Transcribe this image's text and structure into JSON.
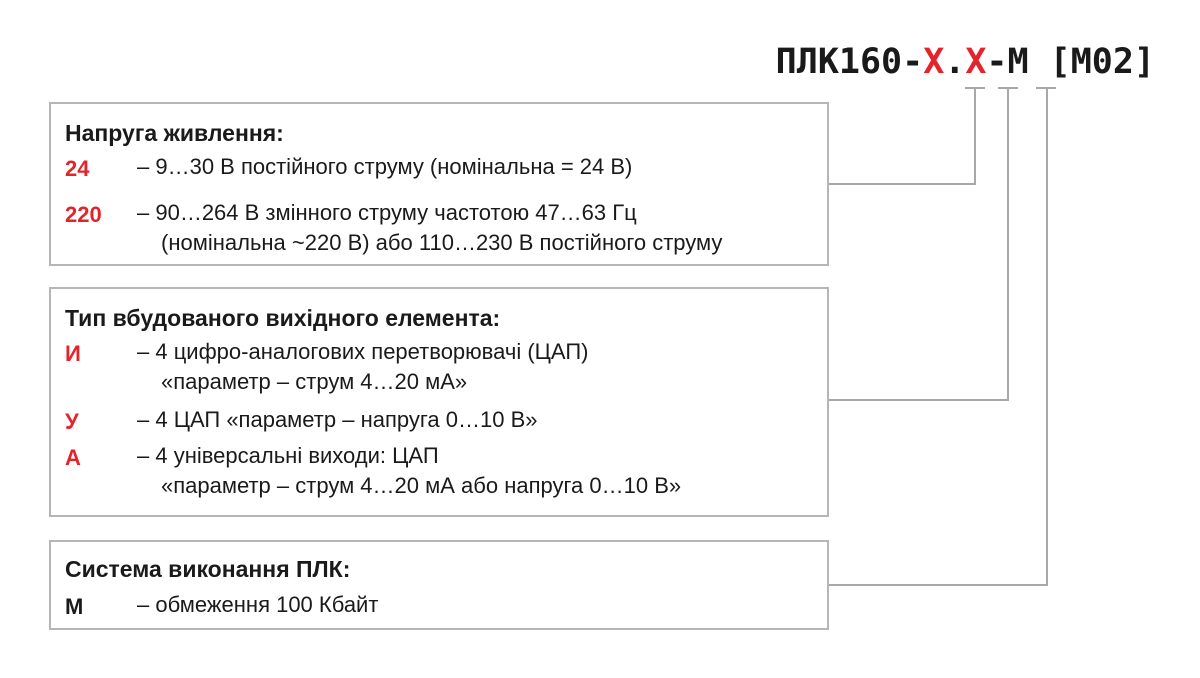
{
  "model": {
    "prefix": "ПЛК160-",
    "x1": "Х",
    "dot": ".",
    "x2": "Х",
    "suffix": "-М [М02]"
  },
  "power": {
    "title": "Напруга живлення:",
    "options": [
      {
        "code": "24",
        "line1": "–  9…30 В постійного струму (номінальна = 24 В)",
        "line2": ""
      },
      {
        "code": "220",
        "line1": "–  90…264 В змінного струму частотою 47…63 Гц",
        "line2": "(номінальна ~220 В) або 110…230 В постійного струму"
      }
    ]
  },
  "output": {
    "title": "Тип вбудованого вихідного елемента:",
    "options": [
      {
        "code": "И",
        "line1": "–  4 цифро-аналогових перетворювачі (ЦАП)",
        "line2": "«параметр – струм 4…20 мА»"
      },
      {
        "code": "У",
        "line1": "–  4 ЦАП «параметр – напруга 0…10 В»",
        "line2": ""
      },
      {
        "code": "А",
        "line1": "–  4 універсальні виходи: ЦАП",
        "line2": "«параметр – струм 4…20 мА або напруга 0…10 В»"
      }
    ]
  },
  "system": {
    "title": "Система виконання ПЛК:",
    "options": [
      {
        "code": "М",
        "line1": "–  обмеження 100 Кбайт",
        "line2": ""
      }
    ]
  },
  "colors": {
    "accent": "#e3242b",
    "border": "#b5b5b5",
    "text": "#1a1a1a"
  }
}
